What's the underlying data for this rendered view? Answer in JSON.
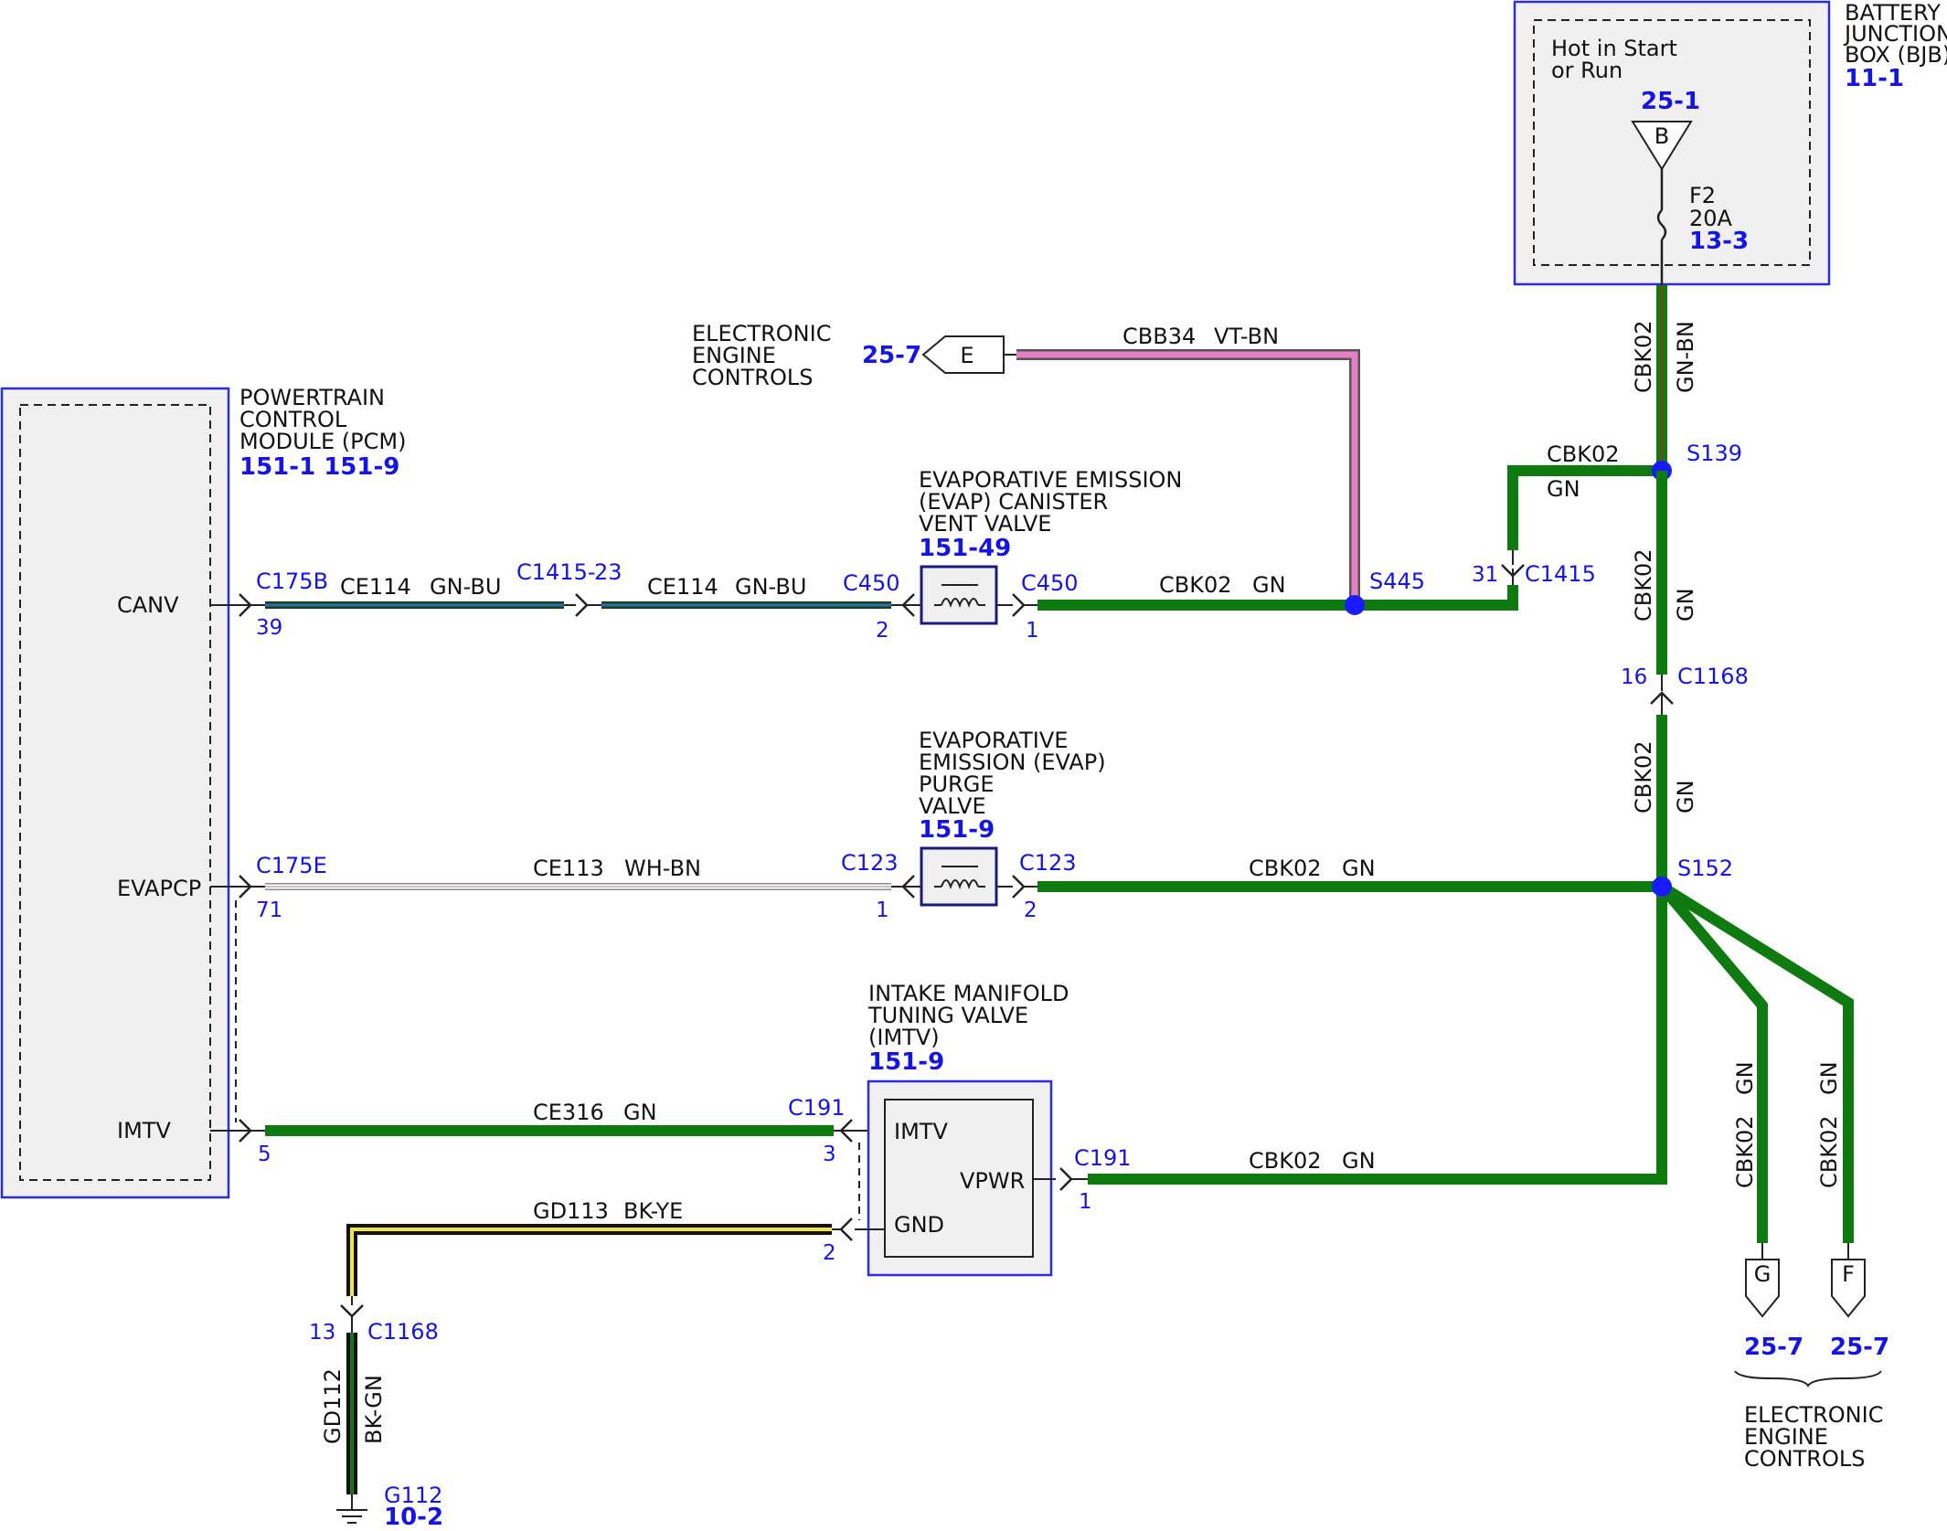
{
  "colors": {
    "green_wire": "#0f7a0f",
    "blue_ref": "#1414e6",
    "module_fill": "#f0f0f0",
    "module_border": "#2b2be0",
    "splice": "#1a1aff",
    "violet_brown": "#e67fc6",
    "white_brown": "#c8a8a0",
    "black_yellow": "#f2e640",
    "green_blue": "#2a6fb0"
  },
  "bjb": {
    "title": [
      "BATTERY",
      "JUNCTION",
      "BOX (BJB)"
    ],
    "ref": "11-1",
    "hot_text": [
      "Hot in Start",
      "or Run"
    ],
    "bus_ref": "25-1",
    "bus_letter": "B",
    "fuse_name": "F2",
    "fuse_rating": "20A",
    "fuse_ref": "13-3"
  },
  "pcm": {
    "title": [
      "POWERTRAIN",
      "CONTROL",
      "MODULE (PCM)"
    ],
    "refs": "151-1 151-9",
    "pins": [
      "CANV",
      "EVAPCP",
      "IMTV"
    ]
  },
  "eec_top": {
    "title": [
      "ELECTRONIC",
      "ENGINE",
      "CONTROLS"
    ],
    "ref": "25-7",
    "letter": "E",
    "circuit": "CBB34",
    "color": "VT-BN"
  },
  "vent_valve": {
    "title": [
      "EVAPORATIVE EMISSION",
      "(EVAP) CANISTER",
      "VENT VALVE"
    ],
    "ref": "151-49"
  },
  "purge_valve": {
    "title": [
      "EVAPORATIVE",
      "EMISSION (EVAP)",
      "PURGE",
      "VALVE"
    ],
    "ref": "151-9"
  },
  "imtv_valve": {
    "title": [
      "INTAKE MANIFOLD",
      "TUNING VALVE",
      "(IMTV)"
    ],
    "ref": "151-9",
    "pins": [
      "IMTV",
      "VPWR",
      "GND"
    ]
  },
  "wires": {
    "canv_pcm": {
      "connector": "C175B",
      "pin": "39",
      "circuit": "CE114",
      "color": "GN-BU"
    },
    "canv_inline": {
      "connector": "C1415-",
      "pin": "23"
    },
    "canv_valve": {
      "circuit": "CE114",
      "color": "GN-BU",
      "connector": "C450",
      "pin": "2"
    },
    "vent_out": {
      "connector": "C450",
      "pin": "1",
      "circuit": "CBK02",
      "color": "GN"
    },
    "splice_s445": "S445",
    "c1415_right": {
      "pin": "31",
      "connector": "C1415"
    },
    "cbk02_top": {
      "circuit": "CBK02",
      "color": "GN"
    },
    "s139": "S139",
    "bjb_out": {
      "circuit": "CBK02",
      "color": "GN-BN"
    },
    "vert_mid1": {
      "circuit": "CBK02",
      "color": "GN"
    },
    "c1168_mid": {
      "pin": "16",
      "connector": "C1168"
    },
    "vert_mid2": {
      "circuit": "CBK02",
      "color": "GN"
    },
    "s152": "S152",
    "evap_pcm": {
      "connector": "C175E",
      "pin": "71",
      "circuit": "CE113",
      "color": "WH-BN"
    },
    "evap_valve": {
      "connector": "C123",
      "pin": "1"
    },
    "purge_out": {
      "connector": "C123",
      "pin": "2",
      "circuit": "CBK02",
      "color": "GN"
    },
    "imtv_pcm": {
      "pin": "5",
      "circuit": "CE316",
      "color": "GN",
      "connector": "C191"
    },
    "imtv_in_pin": "3",
    "vpwr_out": {
      "connector": "C191",
      "pin": "1",
      "circuit": "CBK02",
      "color": "GN"
    },
    "gnd": {
      "circuit": "GD113",
      "color": "BK-YE",
      "pin": "2"
    },
    "gnd_c1168": {
      "pin": "13",
      "connector": "C1168"
    },
    "gnd_vert": {
      "circuit": "GD112",
      "color": "BK-GN"
    },
    "ground": {
      "name": "G112",
      "ref": "10-2"
    },
    "branch_g": {
      "circuit": "CBK02",
      "color": "GN",
      "letter": "G",
      "ref": "25-7"
    },
    "branch_f": {
      "circuit": "CBK02",
      "color": "GN",
      "letter": "F",
      "ref": "25-7"
    }
  },
  "eec_bottom": {
    "title": [
      "ELECTRONIC",
      "ENGINE",
      "CONTROLS"
    ]
  }
}
